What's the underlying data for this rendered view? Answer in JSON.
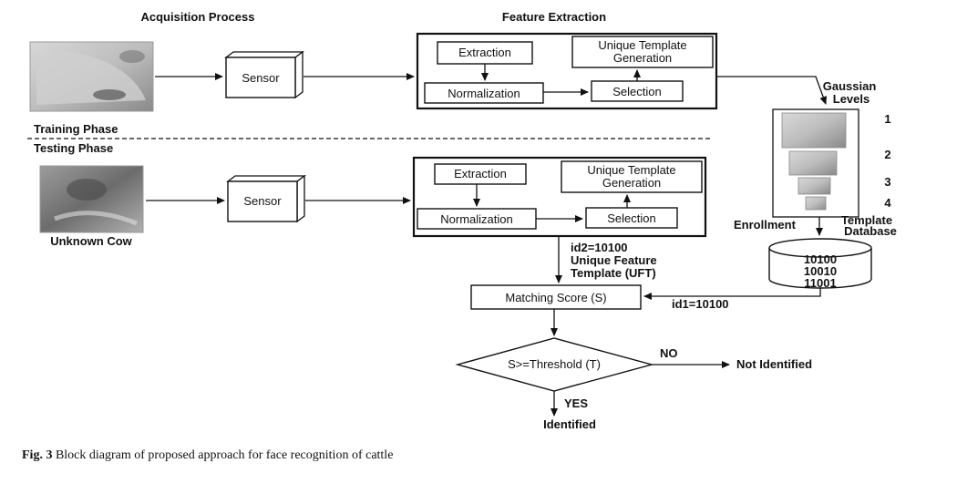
{
  "headers": {
    "acquisition": "Acquisition Process",
    "feature": "Feature Extraction"
  },
  "phases": {
    "training": "Training Phase",
    "testing": "Testing Phase"
  },
  "training": {
    "sensor": "Sensor",
    "extraction": "Extraction",
    "normalization": "Normalization",
    "selection": "Selection",
    "template_line1": "Unique Template",
    "template_line2": "Generation"
  },
  "testing": {
    "sensor": "Sensor",
    "extraction": "Extraction",
    "normalization": "Normalization",
    "selection": "Selection",
    "template_line1": "Unique Template",
    "template_line2": "Generation",
    "unknown_cow": "Unknown Cow"
  },
  "gaussian": {
    "line1": "Gaussian",
    "line2": "Levels",
    "levels": [
      "1",
      "2",
      "3",
      "4"
    ]
  },
  "database": {
    "enrollment": "Enrollment",
    "title_line1": "Template",
    "title_line2": "Database",
    "entries": [
      "10100",
      "10010",
      "11001"
    ]
  },
  "uft": {
    "line1": "id2=10100",
    "line2": "Unique Feature",
    "line3": "Template (UFT)"
  },
  "id1": "id1=10100",
  "matching": "Matching Score (S)",
  "decision": {
    "condition": "S>=Threshold (T)",
    "no": "NO",
    "yes": "YES",
    "not_identified": "Not Identified",
    "identified": "Identified"
  },
  "caption": {
    "label": "Fig. 3",
    "text": "Block diagram of proposed approach for face recognition of cattle"
  }
}
